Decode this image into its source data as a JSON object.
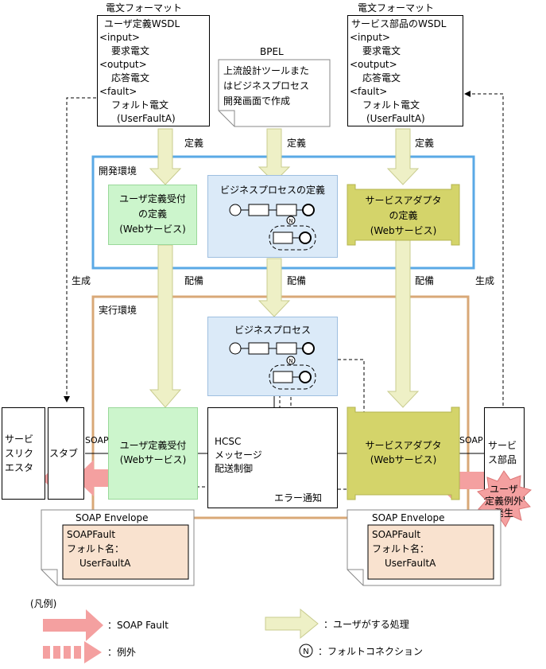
{
  "wsdl_left": {
    "heading": "電文フォーマット",
    "lines": [
      "ユーザ定義WSDL",
      "<input>",
      "要求電文",
      "<output>",
      "応答電文",
      "<fault>",
      "フォルト電文",
      "(UserFaultA)"
    ]
  },
  "wsdl_right": {
    "heading": "電文フォーマット",
    "lines": [
      "サービス部品のWSDL",
      "<input>",
      "要求電文",
      "<output>",
      "応答電文",
      "<fault>",
      "フォルト電文",
      "(UserFaultA)"
    ]
  },
  "bpel": {
    "label": "BPEL",
    "lines": [
      "上流設計ツールまた",
      "はビジネスプロセス",
      "開発画面で作成"
    ]
  },
  "steps": {
    "define": "定義",
    "deploy": "配備",
    "generate": "生成"
  },
  "dev_env": {
    "label": "開発環境",
    "user_def": [
      "ユーザ定義受付",
      "の定義",
      "(Webサービス)"
    ],
    "bp_def": "ビジネスプロセスの定義",
    "adapter_def": [
      "サービスアダプタ",
      "の定義",
      "(Webサービス)"
    ]
  },
  "exec_env": {
    "label": "実行環境",
    "bp": "ビジネスプロセス",
    "user_recv": [
      "ユーザ定義受付",
      "(Webサービス)"
    ],
    "hcsc": [
      "HCSC",
      "メッセージ",
      "配送制御"
    ],
    "adapter": [
      "サービスアダプタ",
      "(Webサービス)"
    ],
    "error_notice": "エラー通知"
  },
  "requester": [
    "サービ",
    "スリク",
    "エスタ"
  ],
  "stub": "スタブ",
  "service_part": [
    "サービ",
    "ス部品"
  ],
  "soap_left": "SOAP",
  "soap_right": "SOAP",
  "burst": [
    "ユーザ",
    "定義例外",
    "発生"
  ],
  "envelope_left": {
    "title": "SOAP Envelope",
    "lines": [
      "SOAPFault",
      "フォルト名：",
      "UserFaultA"
    ]
  },
  "envelope_right": {
    "title": "SOAP Envelope",
    "lines": [
      "SOAPFault",
      "フォルト名：",
      "UserFaultA"
    ]
  },
  "legend": {
    "title": "(凡例)",
    "soap_fault": "：SOAP Fault",
    "exception": "：例外",
    "user_action": "：ユーザがする処理",
    "fault_connection": "：フォルトコネクション"
  },
  "colors": {
    "dev_border": "#5aa9e6",
    "exec_border": "#d9a877",
    "green": "#ccf5cc",
    "blue": "#dbeaf8",
    "olive": "#d4d46a",
    "arrow_user": "#eef0c6",
    "arrow_fault": "#f4a0a0",
    "envelope_fill": "#f9e2cf"
  }
}
